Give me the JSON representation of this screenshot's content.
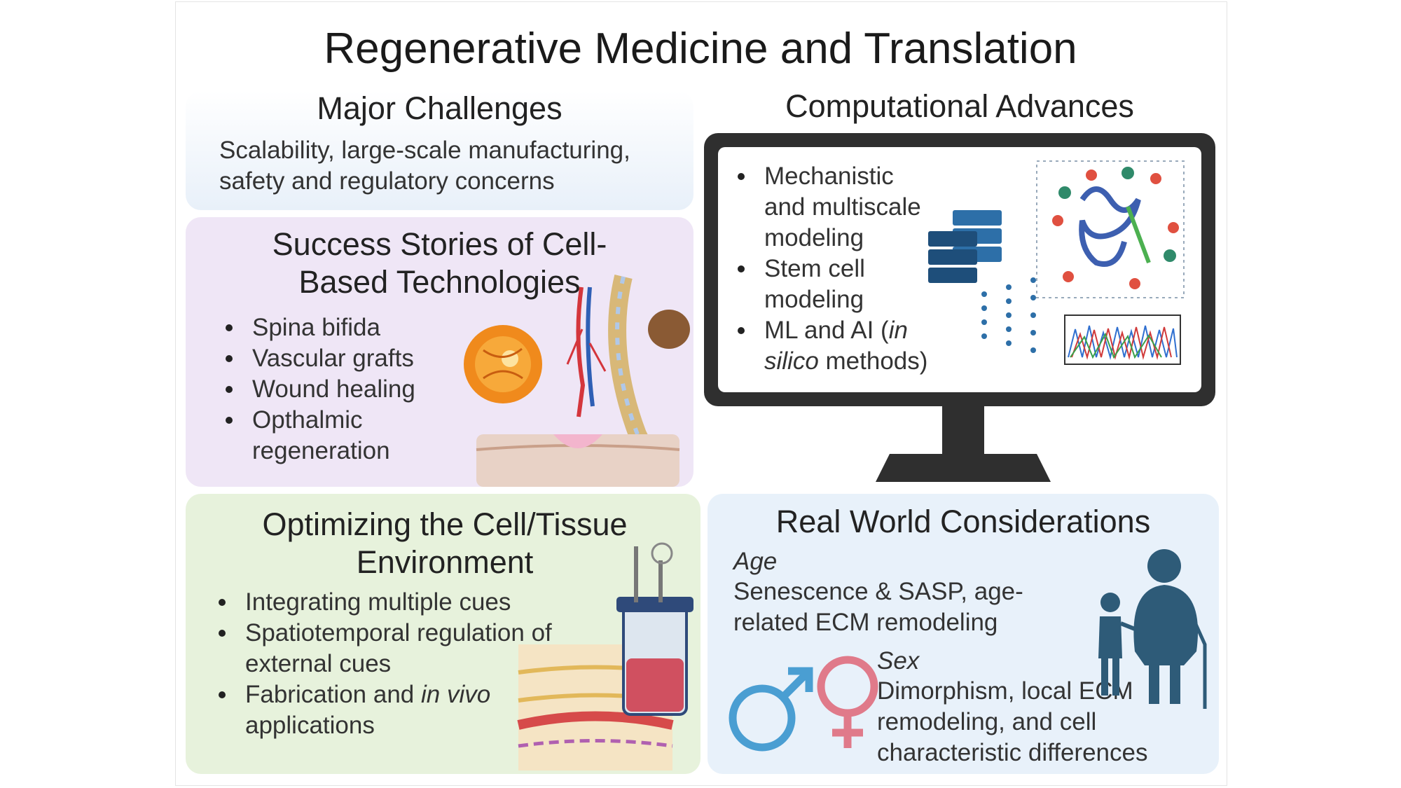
{
  "title": "Regenerative Medicine and Translation",
  "challenges": {
    "heading": "Major Challenges",
    "text": "Scalability, large-scale manufacturing, safety and regulatory concerns"
  },
  "success": {
    "heading": "Success Stories of Cell-Based Technologies",
    "items": [
      "Spina bifida",
      "Vascular grafts",
      "Wound healing",
      "Opthalmic regeneration"
    ]
  },
  "computational": {
    "heading": "Computational Advances",
    "item1": "Mechanistic and multiscale modeling",
    "item2": "Stem cell modeling",
    "item3_prefix": "ML and AI (",
    "item3_italic": "in silico",
    "item3_suffix": " methods)"
  },
  "optimizing": {
    "heading": "Optimizing the Cell/Tissue Environment",
    "item1": "Integrating multiple cues",
    "item2": "Spatiotemporal regulation of external cues",
    "item3_prefix": "Fabrication and ",
    "item3_italic": "in vivo",
    "item3_suffix": " applications"
  },
  "realworld": {
    "heading": "Real World Considerations",
    "age_label": "Age",
    "age_text": "Senescence & SASP, age-related ECM remodeling",
    "sex_label": "Sex",
    "sex_text": "Dimorphism, local ECM remodeling, and cell characteristic differences"
  },
  "colors": {
    "challenges_bg": "#eaf1f9",
    "success_bg": "#efe6f6",
    "optimizing_bg": "#e7f2dc",
    "realworld_bg": "#e8f1fa",
    "male_symbol": "#4a9ed2",
    "female_symbol": "#e07a8a"
  },
  "icons": [
    "eye-retina-icon",
    "blood-vessels-icon",
    "spine-icon",
    "skin-wound-icon",
    "server-stack-icon",
    "neural-network-icon",
    "protein-molecule-icon",
    "sequencing-chromatogram-icon",
    "bioreactor-icon",
    "tissue-layers-icon",
    "elderly-person-icon",
    "child-icon",
    "male-symbol-icon",
    "female-symbol-icon"
  ]
}
